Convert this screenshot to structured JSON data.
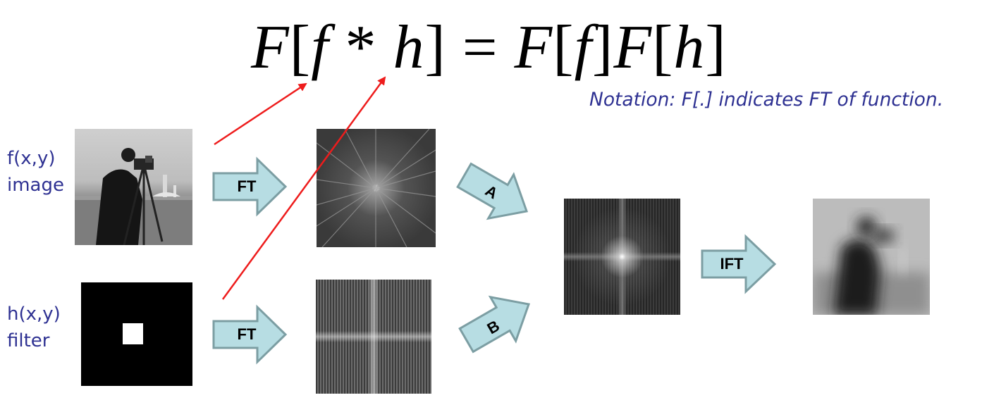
{
  "equation": {
    "F1": "F",
    "lb1": "[",
    "f1": "f",
    "star": " * ",
    "h1": "h",
    "rb1": "]",
    "eq": " = ",
    "F2": "F",
    "lb2": "[",
    "f2": "f",
    "rb2": "]",
    "F3": "F",
    "lb3": "[",
    "h2": "h",
    "rb3": "]"
  },
  "notation": "Notation:  F[.] indicates FT of function.",
  "labels": {
    "image_line1": "f(x,y)",
    "image_line2": "image",
    "filter_line1": "h(x,y)",
    "filter_line2": "filter"
  },
  "arrows": {
    "ft_top": "FT",
    "ft_bottom": "FT",
    "a": "A",
    "b": "B",
    "ift": "IFT"
  },
  "colors": {
    "text_blue": "#2e3192",
    "arrow_fill": "#b7dde3",
    "arrow_stroke": "#7c9ea3",
    "red_arrow": "#ee1c1c"
  }
}
